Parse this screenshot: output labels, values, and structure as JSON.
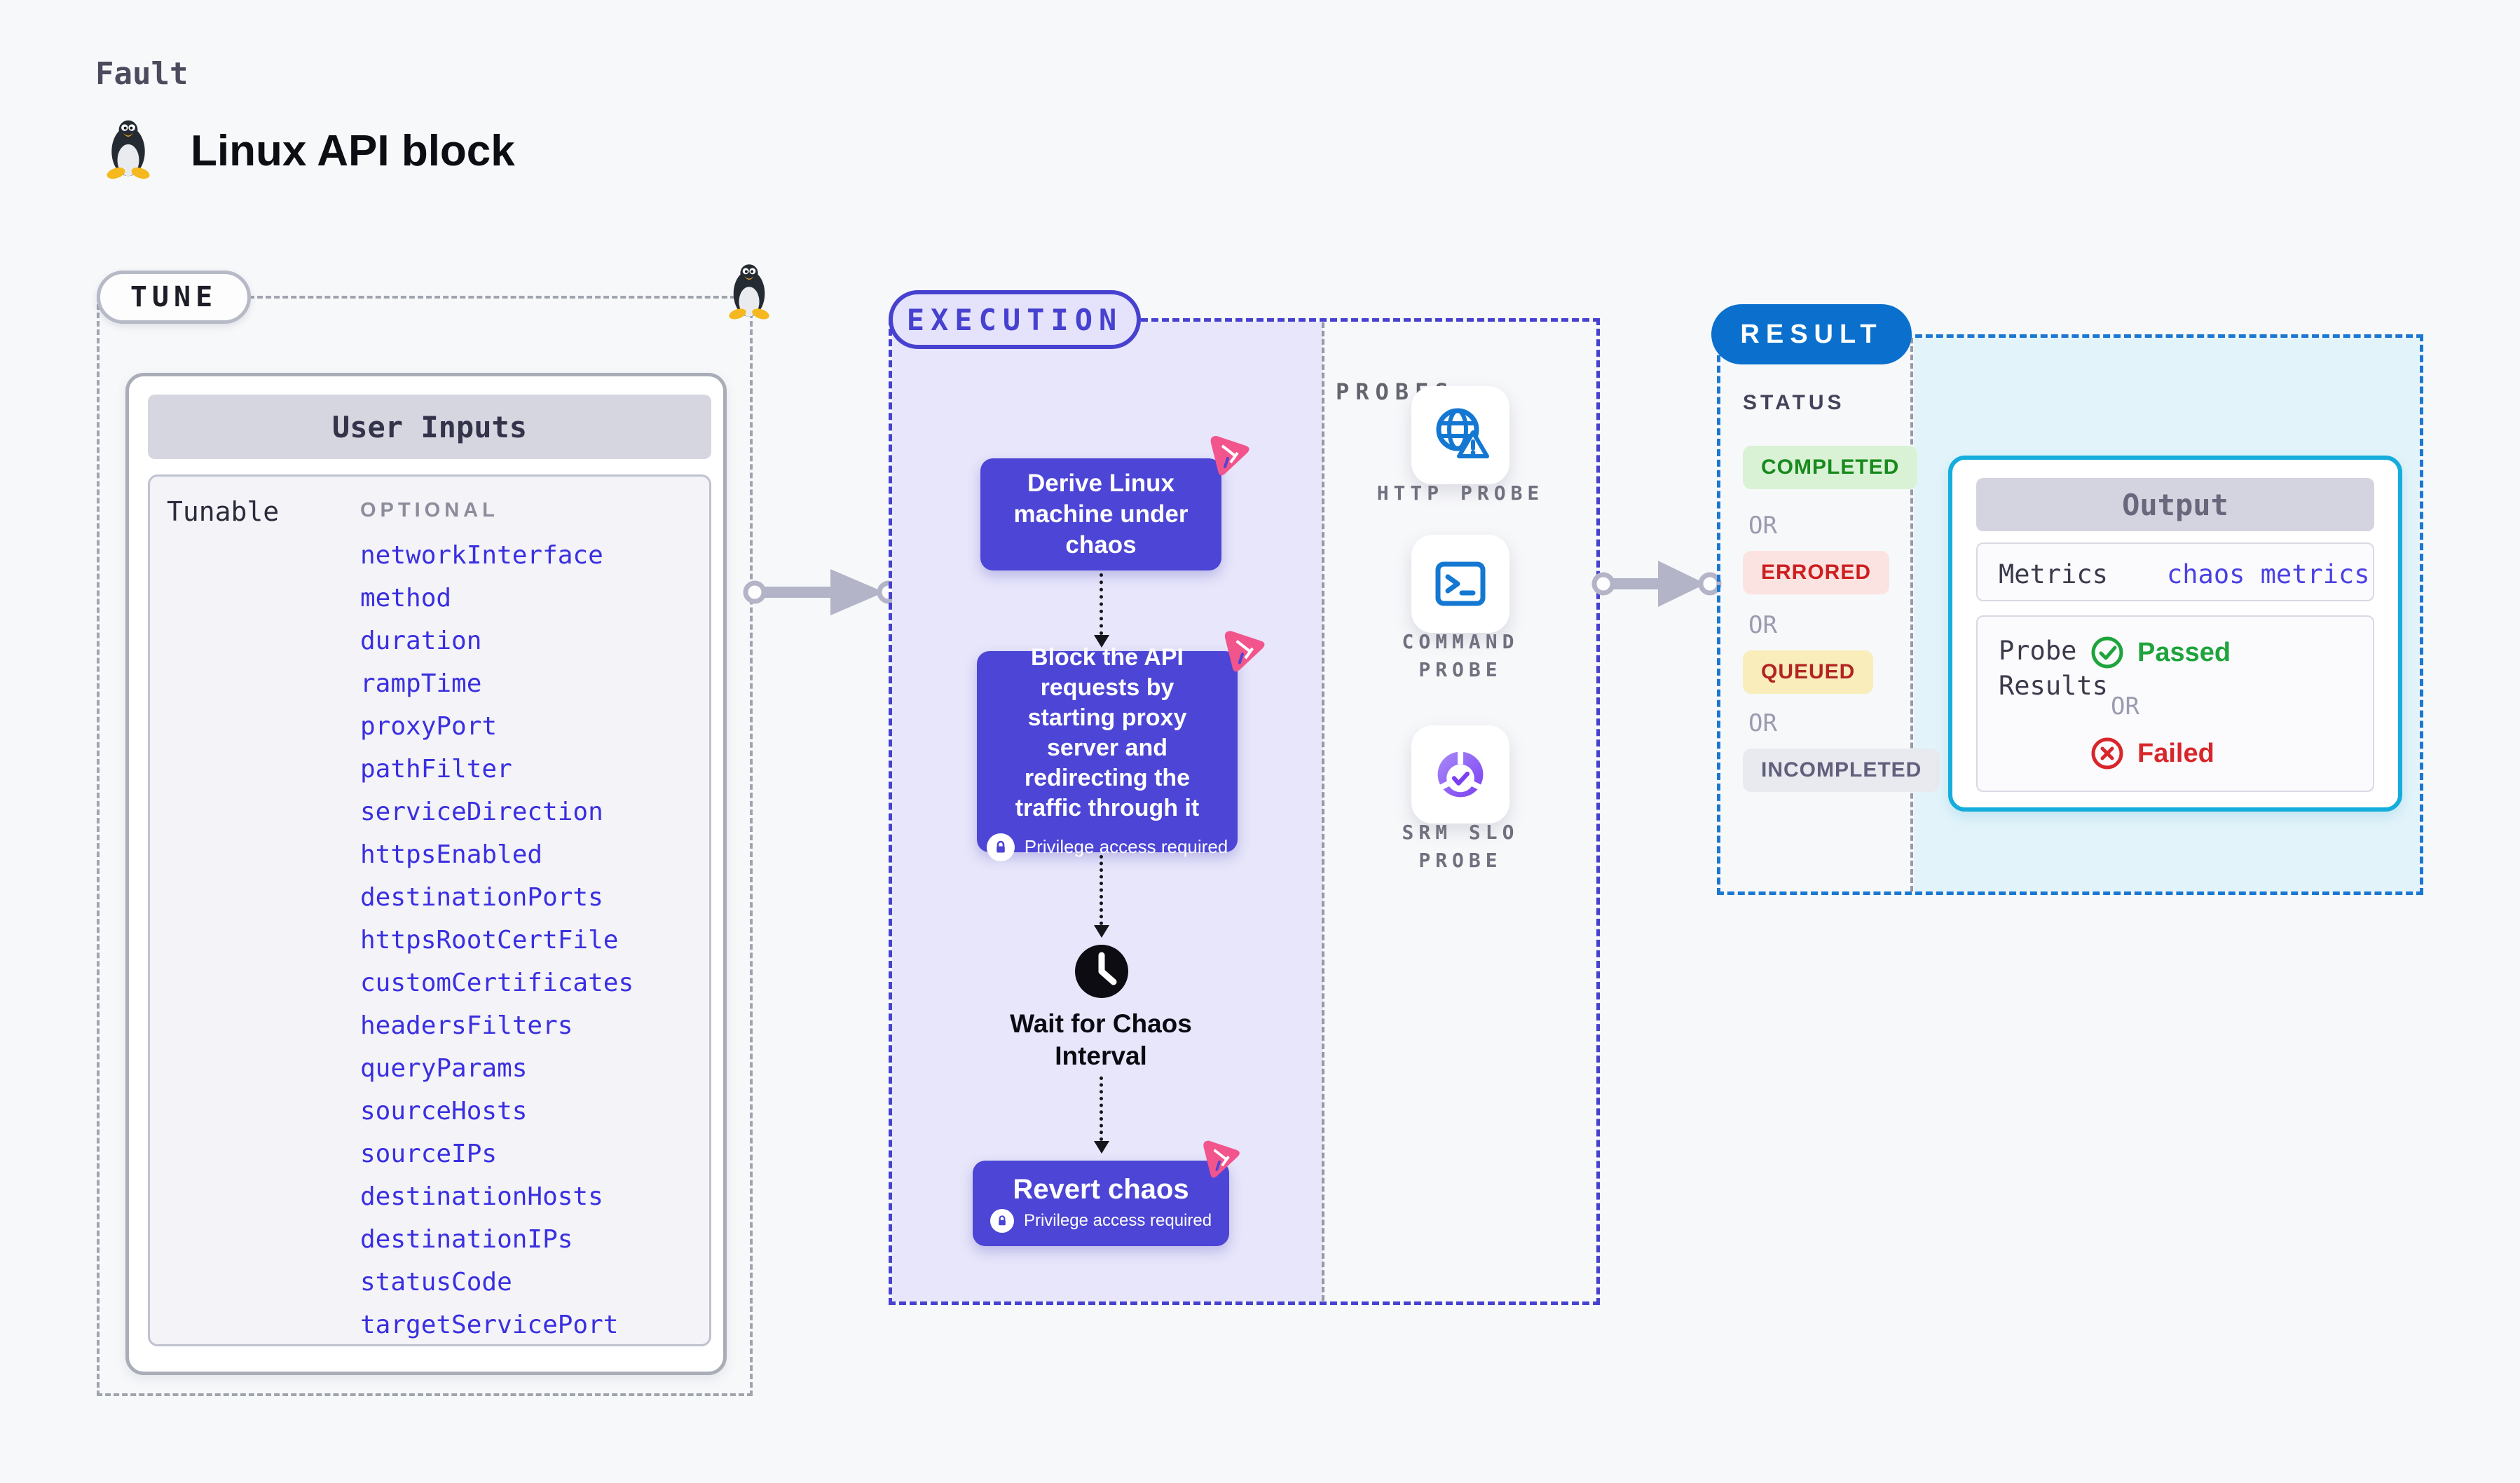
{
  "page": {
    "kicker": "Fault",
    "title": "Linux API block"
  },
  "tune": {
    "label": "TUNE",
    "table_title": "User Inputs",
    "row_label": "Tunable",
    "column_label": "OPTIONAL",
    "params": [
      "networkInterface",
      "method",
      "duration",
      "rampTime",
      "proxyPort",
      "pathFilter",
      "serviceDirection",
      "httpsEnabled",
      "destinationPorts",
      "httpsRootCertFile",
      "customCertificates",
      "headersFilters",
      "queryParams",
      "sourceHosts",
      "sourceIPs",
      "destinationHosts",
      "destinationIPs",
      "statusCode",
      "targetServicePort"
    ]
  },
  "execution": {
    "label": "EXECUTION",
    "steps": {
      "derive": "Derive Linux machine under chaos",
      "block": "Block the API requests by starting proxy server and redirecting the traffic through it",
      "wait": "Wait for Chaos Interval",
      "revert": "Revert chaos"
    },
    "privilege_note": "Privilege access required"
  },
  "probes": {
    "label": "PROBES",
    "items": [
      {
        "name": "HTTP PROBE",
        "icon": "globe-warning-icon"
      },
      {
        "name": "COMMAND PROBE",
        "icon": "terminal-icon"
      },
      {
        "name": "SRM SLO PROBE",
        "icon": "slo-donut-check-icon"
      }
    ]
  },
  "result": {
    "label": "RESULT",
    "status_label": "STATUS",
    "or_label": "OR",
    "statuses": [
      "COMPLETED",
      "ERRORED",
      "QUEUED",
      "INCOMPLETED"
    ],
    "output": {
      "title": "Output",
      "metrics_label": "Metrics",
      "metrics_value": "chaos metrics",
      "probe_results_label": "Probe Results",
      "passed": "Passed",
      "failed": "Failed"
    }
  },
  "colors": {
    "page_bg": "#f7f8fa",
    "node_indigo": "#4c45d5",
    "execution_fill": "#e7e6fa",
    "execution_border": "#4741d0",
    "result_blue": "#0b70cd",
    "result_border": "#1b78d2",
    "output_border": "#14addc",
    "cyan_panel": "#e2f4fa",
    "param_link": "#3a2fe0",
    "chaos_pink": "#f2548c",
    "completed_green": "#178a1d",
    "errored_red": "#cd1f1f",
    "queued_amber_bg": "#f9edbb",
    "probe_blue": "#1478d2",
    "slo_purple": "#7b3ff2"
  }
}
